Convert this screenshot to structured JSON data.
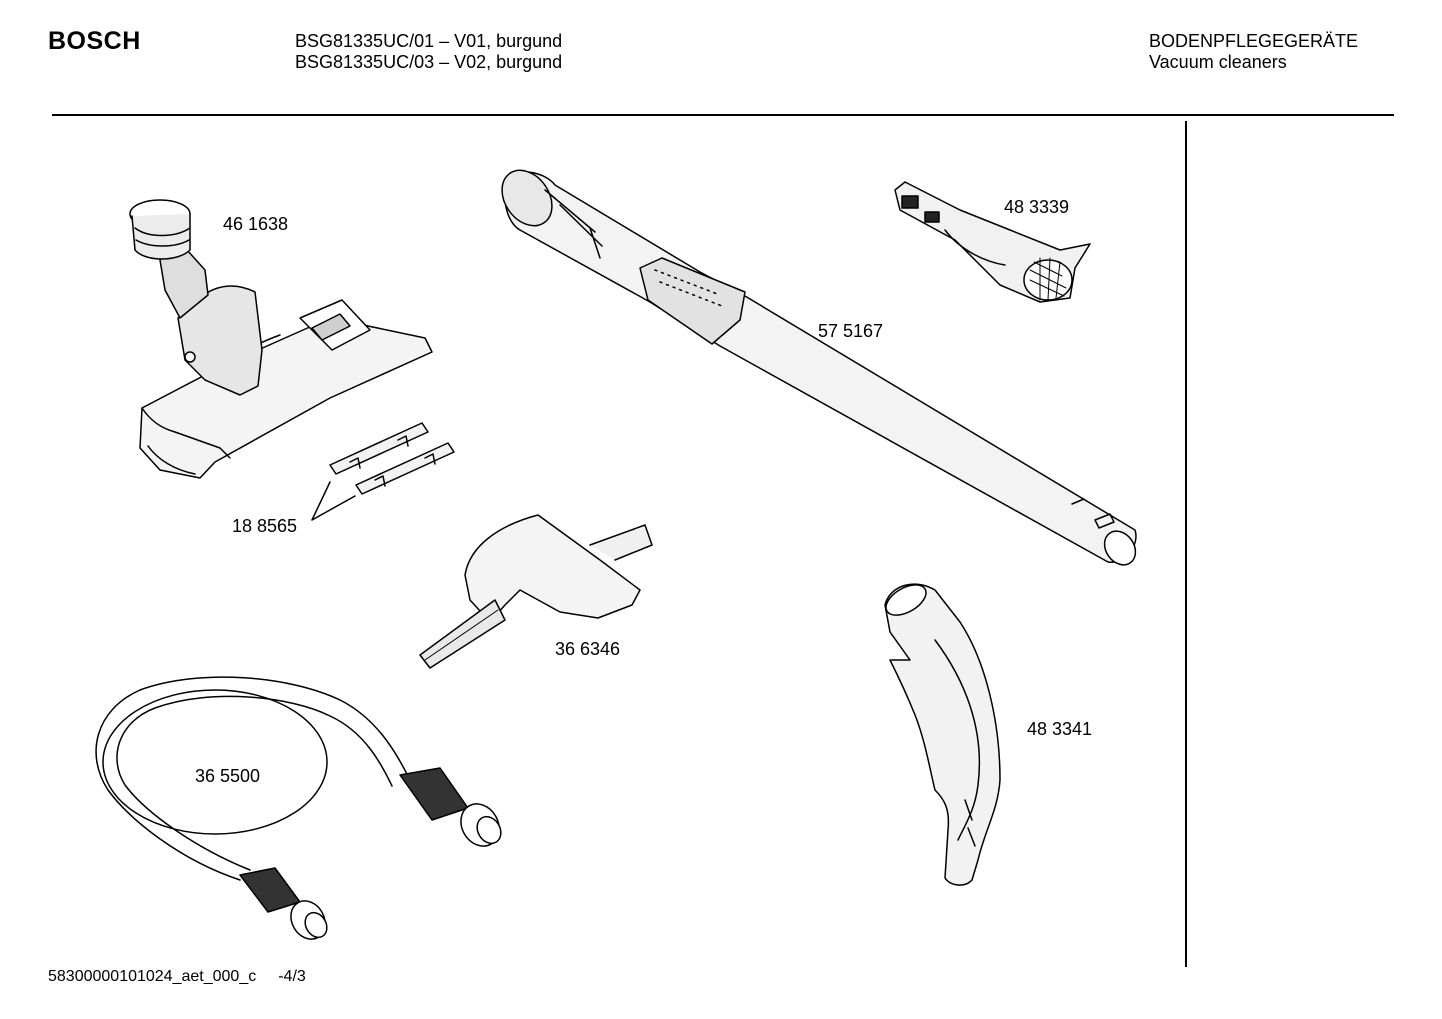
{
  "header": {
    "brand": "BOSCH",
    "model_lines": [
      "BSG81335UC/01 – V01, burgund",
      "BSG81335UC/03 – V02, burgund"
    ],
    "category_lines": [
      "BODENPFLEGEGERÄTE",
      "Vacuum cleaners"
    ]
  },
  "parts": [
    {
      "number": "46 1638",
      "item": "floor-nozzle"
    },
    {
      "number": "18 8565",
      "item": "nozzle-strips"
    },
    {
      "number": "57 5167",
      "item": "telescopic-tube"
    },
    {
      "number": "48 3339",
      "item": "crevice-brush-tool"
    },
    {
      "number": "36 6346",
      "item": "upholstery-nozzle"
    },
    {
      "number": "36 5500",
      "item": "suction-hose"
    },
    {
      "number": "48 3341",
      "item": "hose-handle"
    }
  ],
  "footer": {
    "document_id": "58300000101024_aet_000_c",
    "page": "-4/3"
  },
  "colors": {
    "ink": "#000000",
    "paper": "#ffffff",
    "shade": "#d9d9d9"
  }
}
